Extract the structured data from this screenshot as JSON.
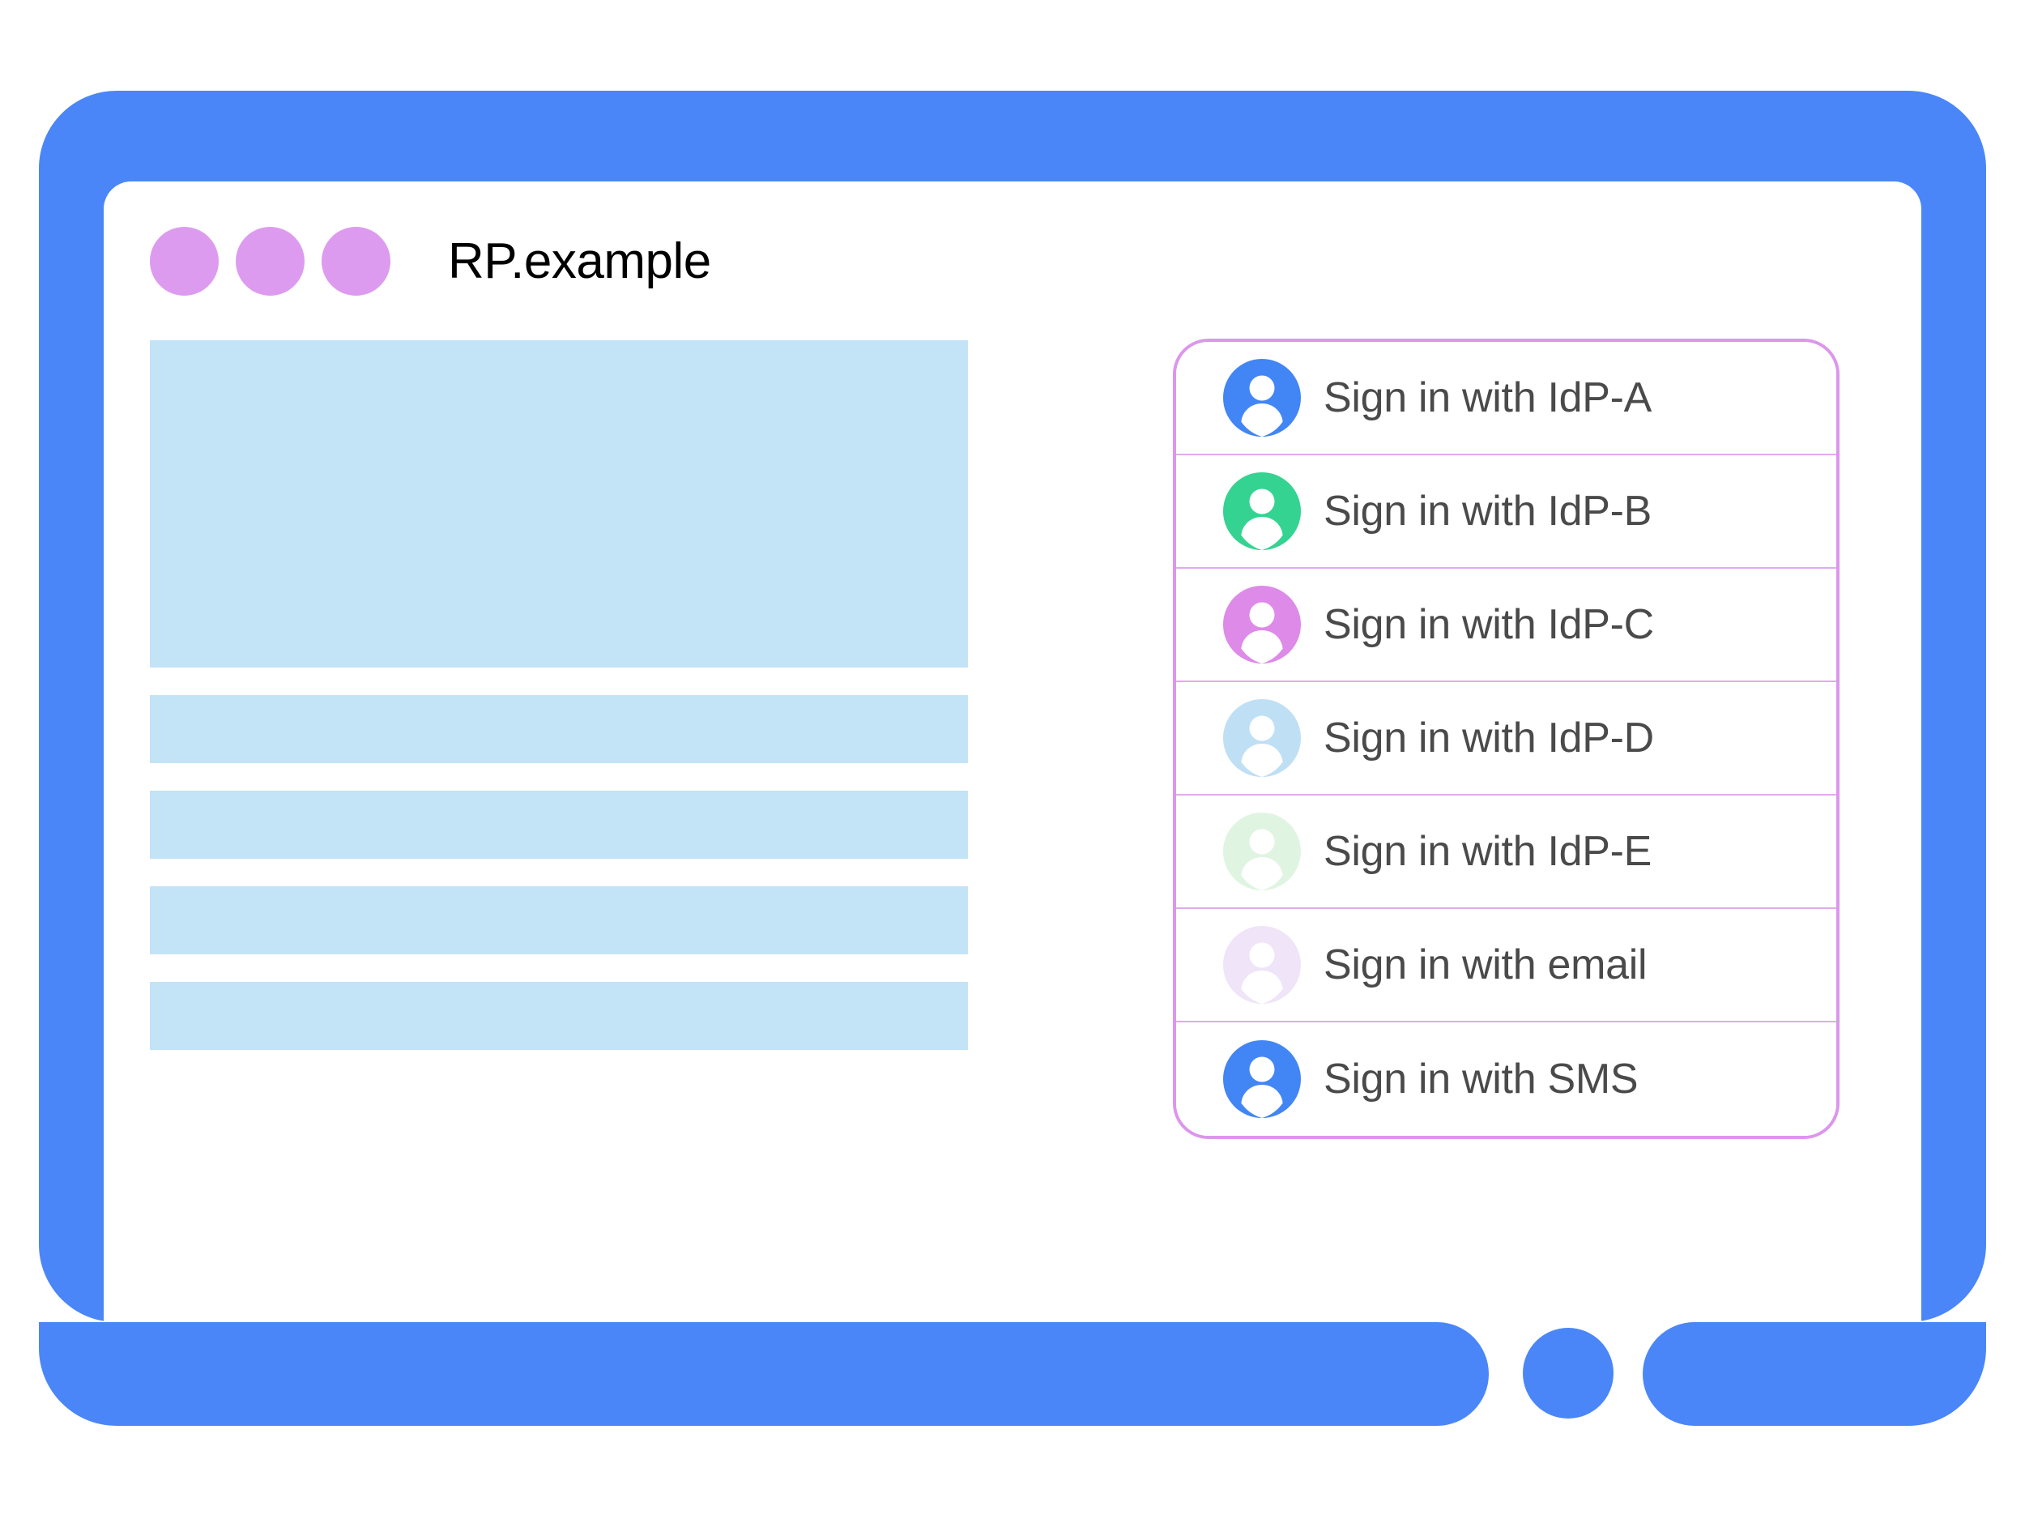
{
  "colors": {
    "frame": "#4a86f7",
    "screen": "#ffffff",
    "title_dot": "#dd9bef",
    "placeholder": "#c3e3f7",
    "popup_border": "#dc96ec",
    "popup_separator": "#e3a8ef",
    "label_text": "#4a4a4a",
    "title_text": "#000000"
  },
  "window": {
    "title": "RP.example",
    "dots": [
      "window-dot-1",
      "window-dot-2",
      "window-dot-3"
    ]
  },
  "content": {
    "blocks": [
      {
        "name": "hero-placeholder",
        "kind": "hero"
      },
      {
        "name": "text-line-placeholder-1",
        "kind": "bar"
      },
      {
        "name": "text-line-placeholder-2",
        "kind": "bar"
      },
      {
        "name": "text-line-placeholder-3",
        "kind": "bar"
      },
      {
        "name": "text-line-placeholder-4",
        "kind": "bar"
      }
    ]
  },
  "signin_popup": {
    "name": "federated-signin-account-chooser",
    "items": [
      {
        "label": "Sign in with IdP-A",
        "icon": "account-avatar-icon",
        "avatar_color": "#4285f4"
      },
      {
        "label": "Sign in with IdP-B",
        "icon": "account-avatar-icon",
        "avatar_color": "#34d391"
      },
      {
        "label": "Sign in with IdP-C",
        "icon": "account-avatar-icon",
        "avatar_color": "#dd8ae8"
      },
      {
        "label": "Sign in with IdP-D",
        "icon": "account-avatar-icon",
        "avatar_color": "#bfdff5"
      },
      {
        "label": "Sign in with IdP-E",
        "icon": "account-avatar-icon",
        "avatar_color": "#e0f4e2"
      },
      {
        "label": "Sign in with email",
        "icon": "account-avatar-icon",
        "avatar_color": "#efe4f8"
      },
      {
        "label": "Sign in with SMS",
        "icon": "account-avatar-icon",
        "avatar_color": "#4285f4"
      }
    ]
  },
  "device": {
    "home_button": "home-button"
  }
}
